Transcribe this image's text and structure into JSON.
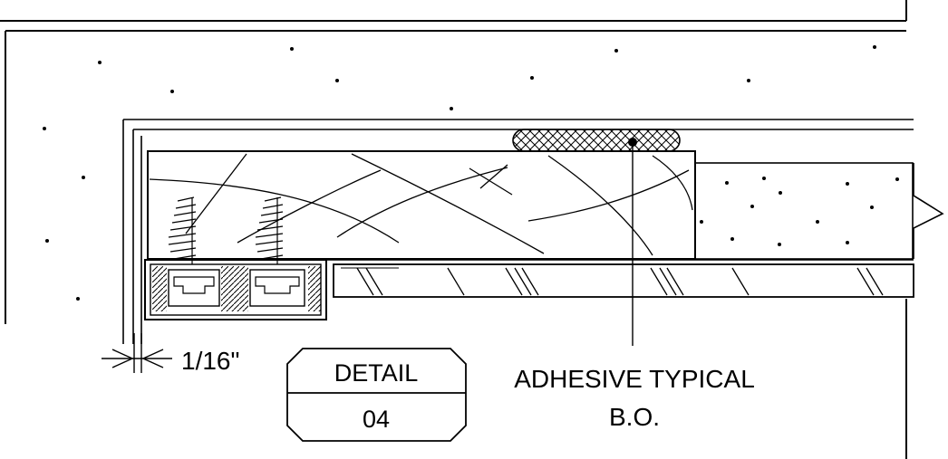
{
  "dimension": {
    "text": "1/16\""
  },
  "detail_tag": {
    "top": "DETAIL",
    "bottom": "04"
  },
  "callout": {
    "line1": "ADHESIVE TYPICAL",
    "line2": "B.O."
  },
  "colors": {
    "ink": "#000000",
    "paper": "#ffffff"
  }
}
